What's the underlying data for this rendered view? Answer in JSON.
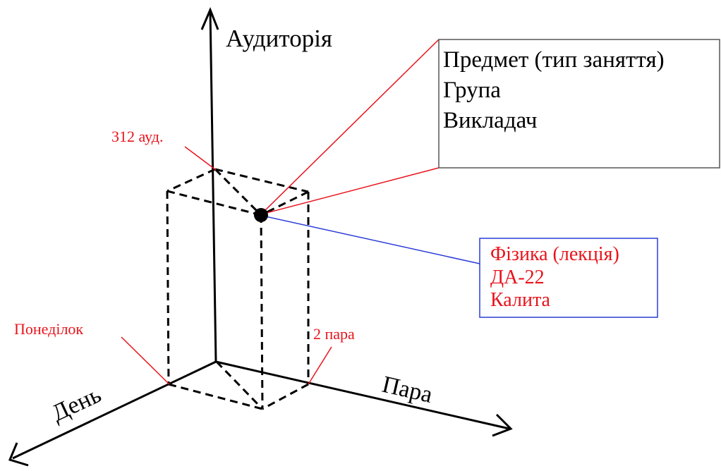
{
  "axes": {
    "vertical": "Аудиторія",
    "left": "День",
    "right": "Пара"
  },
  "markers": {
    "room": "312 ауд.",
    "day": "Понеділок",
    "pair": "2 пара"
  },
  "template_box": {
    "lines": [
      "Предмет (тип заняття)",
      "Група",
      "Викладач"
    ]
  },
  "example_box": {
    "lines": [
      "Фізика (лекція)",
      "ДА-22",
      "Калита"
    ]
  },
  "colors": {
    "axis": "#000000",
    "marker": "#e8141c",
    "example_border": "#2a3cd6",
    "example_text": "#e8141c",
    "example_connector": "#2a3cd6",
    "template_connector": "#e8141c"
  }
}
